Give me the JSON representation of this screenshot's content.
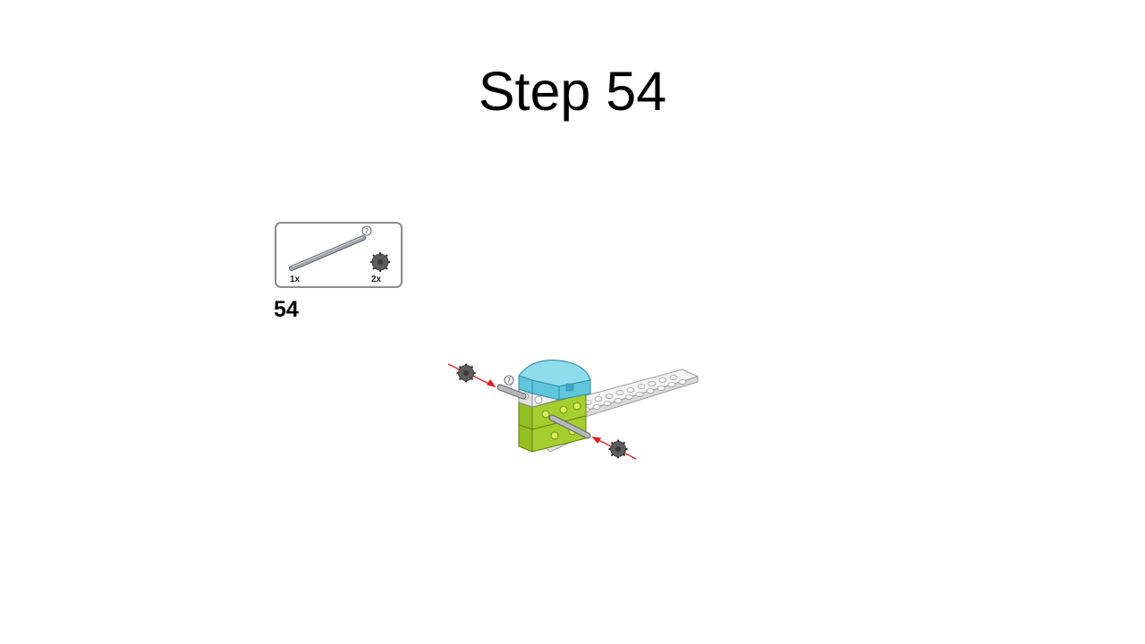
{
  "title": "Step 54",
  "step_number": "54",
  "parts_list": {
    "items": [
      {
        "part": "axle",
        "count": "1x",
        "length": "7",
        "color": "#a3a7ab"
      },
      {
        "part": "bush",
        "count": "2x",
        "color": "#5c5c5c"
      }
    ]
  },
  "assembly": {
    "axle_length": "7",
    "arrow_color": "#e02020",
    "colors": {
      "lime": "#a5cf2f",
      "azure": "#5fc6dc",
      "white": "#f2f2f2",
      "light_gray": "#cfcfcf"
    }
  }
}
